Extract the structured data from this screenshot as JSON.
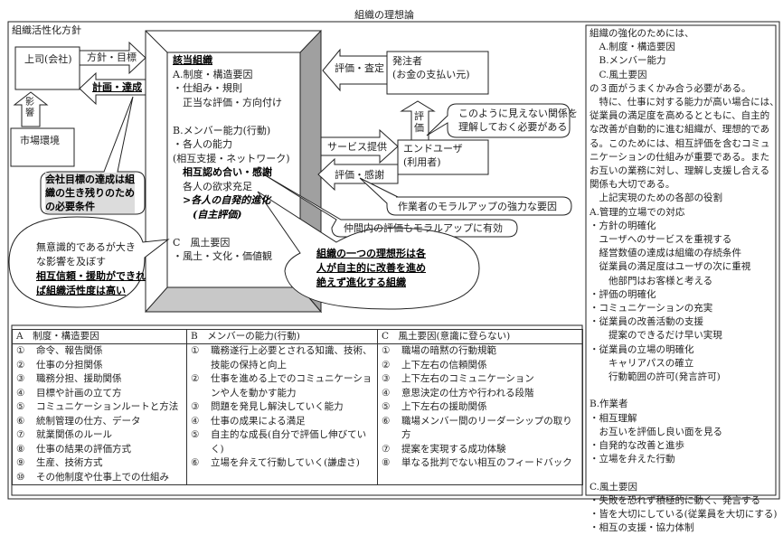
{
  "title": "組織の理想論",
  "left_panel": {
    "label": "組織活性化方針",
    "boss_box": "上司(会社)",
    "market_box": "市場環境",
    "arrow_policy": "方針・目標",
    "arrow_plan": "計画・達成",
    "arrow_influence": "影響",
    "callout_company": [
      "会社目標の達成は組",
      "織の生き残りのため",
      "の必要条件"
    ],
    "callout_culture": [
      "無意識的であるが大き",
      "な影響を及ぼす",
      "相互信頼・援助ができれ",
      "ば組織活性度は高い"
    ]
  },
  "center": {
    "heading": "該当組織",
    "lines": [
      {
        "text": "A.制度・構造要因",
        "style": ""
      },
      {
        "text": "・仕組み・規則",
        "style": ""
      },
      {
        "text": "　正当な評価・方向付け",
        "style": ""
      },
      {
        "text": "",
        "style": ""
      },
      {
        "text": "B.メンバー能力(行動)",
        "style": ""
      },
      {
        "text": "・各人の能力",
        "style": ""
      },
      {
        "text": "(相互支援・ネットワーク)",
        "style": ""
      },
      {
        "text": "　相互認め合い・感謝",
        "style": "b"
      },
      {
        "text": "　各人の欲求充足",
        "style": ""
      },
      {
        "text": "　>各人の自発的進化",
        "style": "b i"
      },
      {
        "text": "　　(自主評価)",
        "style": "b i"
      },
      {
        "text": "",
        "style": ""
      },
      {
        "text": "C　風土要因",
        "style": ""
      },
      {
        "text": "・風土・文化・価値観",
        "style": ""
      }
    ]
  },
  "right_diagram": {
    "arrow_assess": "評価・査定",
    "client_box": [
      "発注者",
      "(お金の支払い元)"
    ],
    "arrow_eval": "評価",
    "callout_invisible": [
      "このように見えない関係を",
      "理解しておく必要がある"
    ],
    "arrow_service": "サービス提供",
    "enduser_box": [
      "エンドユーザ",
      "(利用者)"
    ],
    "arrow_thanks": "評価・感謝",
    "callout_morale": "作業者のモラルアップの強力な要因",
    "callout_peer": "仲間内の評価もモラルアップに有効",
    "callout_ideal": [
      "組織の一つの理想形は各",
      "人が自主的に改善を進め",
      "絶えず進化する組織"
    ]
  },
  "right_panel": [
    "組織の強化のためには、",
    "　A.制度・構造要因",
    "　B.メンバー能力",
    "　C.風土要因",
    "の３面がうまくかみ合う必要がある。",
    "　特に、仕事に対する能力が高い場合には、",
    "従業員の満足度を高めるとともに、自主的",
    "な改善が自動的に進む組織が、理想的であ",
    "る。このためには、相互評価を含むコミュ",
    "ニケーションの仕組みが重要である。また",
    "お互いの業務に対し、理解し支援し合える",
    "関係も大切である。",
    "　上記実現のための各部の役割",
    "A.管理的立場での対応",
    "・方針の明確化",
    "　ユーザへのサービスを重視する",
    "　経営数値の達成は組織の存続条件",
    "　従業員の満足度はユーザの次に重視",
    "　　他部門はお客様と考える",
    "・評価の明確化",
    "・コミュニケーションの充実",
    "・従業員の改善活動の支援",
    "　　提案のできるだけ早い実現",
    "・従業員の立場の明確化",
    "　　キャリアパスの確立",
    "　　行動範囲の許可(発言許可)",
    "",
    "B.作業者",
    "・相互理解",
    "　お互いを評価し良い面を見る",
    "・自発的な改善と進歩",
    "・立場を弁えた行動",
    "",
    "C.風土要因",
    "・失敗を恐れず積極的に動く、発言する",
    "・皆を大切にしている(従業員を大切にする)",
    "・相互の支援・協力体制"
  ],
  "table": {
    "columns": [
      {
        "header": "A　制度・構造要因",
        "items": [
          {
            "n": "①",
            "t": "命令、報告関係"
          },
          {
            "n": "②",
            "t": "仕事の分担関係"
          },
          {
            "n": "③",
            "t": "職務分担、援助関係"
          },
          {
            "n": "④",
            "t": "目標や計画の立て方"
          },
          {
            "n": "⑤",
            "t": "コミュニケーションルートと方法"
          },
          {
            "n": "⑥",
            "t": "統制管理の仕方、データ"
          },
          {
            "n": "⑦",
            "t": "就業関係のルール"
          },
          {
            "n": "⑧",
            "t": "仕事の結果の評価方式"
          },
          {
            "n": "⑨",
            "t": "生産、技術方式"
          },
          {
            "n": "⑩",
            "t": "その他制度や仕事上での仕組み"
          }
        ]
      },
      {
        "header": "B　メンバーの能力(行動)",
        "items": [
          {
            "n": "①",
            "t": "職務遂行上必要とされる知識、技術、技能の保持と向上"
          },
          {
            "n": "②",
            "t": "仕事を進める上でのコミュニケーションや人を動かす能力"
          },
          {
            "n": "③",
            "t": "問題を発見し解決していく能力"
          },
          {
            "n": "④",
            "t": "仕事の成果による満足"
          },
          {
            "n": "⑤",
            "t": "自主的な成長(自分で評価し伸びていく)"
          },
          {
            "n": "⑥",
            "t": "立場を弁えて行動していく(謙虚さ)"
          }
        ]
      },
      {
        "header": "C　風土要因(意識に登らない)",
        "items": [
          {
            "n": "①",
            "t": "職場の暗黙の行動規範"
          },
          {
            "n": "②",
            "t": "上下左右の信頼関係"
          },
          {
            "n": "③",
            "t": "上下左右のコミュニケーション"
          },
          {
            "n": "④",
            "t": "意思決定の仕方や行われる段階"
          },
          {
            "n": "⑤",
            "t": "上下左右の援助関係"
          },
          {
            "n": "⑥",
            "t": "職場メンバー間のリーダーシップの取り方"
          },
          {
            "n": "⑦",
            "t": "提案を実現する成功体験"
          },
          {
            "n": "⑧",
            "t": "単なる批判でない相互のフィードバック"
          }
        ]
      }
    ]
  },
  "colors": {
    "shade": "#a0a0a0",
    "callout_fill": "#dcdcdc",
    "border": "#222222"
  }
}
